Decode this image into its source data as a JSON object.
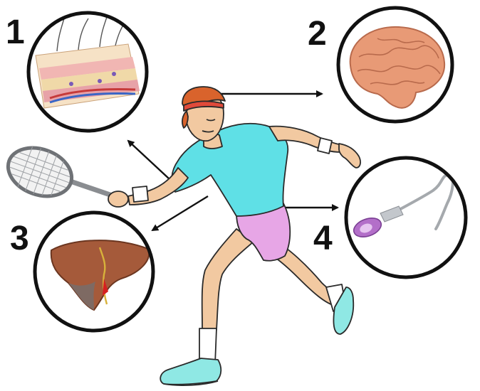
{
  "labels": {
    "skin": "1",
    "brain": "2",
    "liver": "3",
    "sperm": "4"
  },
  "figure": {
    "subject_icon": "tennis-player-icon",
    "racket_icon": "tennis-racket-icon",
    "panels": [
      {
        "id": "skin",
        "icon": "skin-cross-section-icon"
      },
      {
        "id": "brain",
        "icon": "brain-icon"
      },
      {
        "id": "liver",
        "icon": "liver-icon"
      },
      {
        "id": "sperm",
        "icon": "sperm-cell-icon"
      }
    ]
  },
  "colors": {
    "outline": "#111111",
    "shirt": "#5fe0e6",
    "shorts": "#e7a6e6",
    "hair": "#d9632c",
    "skin": "#f2c9a1",
    "brain": "#e89a76",
    "liver": "#a55a3a",
    "sperm_head": "#b36fc9"
  }
}
